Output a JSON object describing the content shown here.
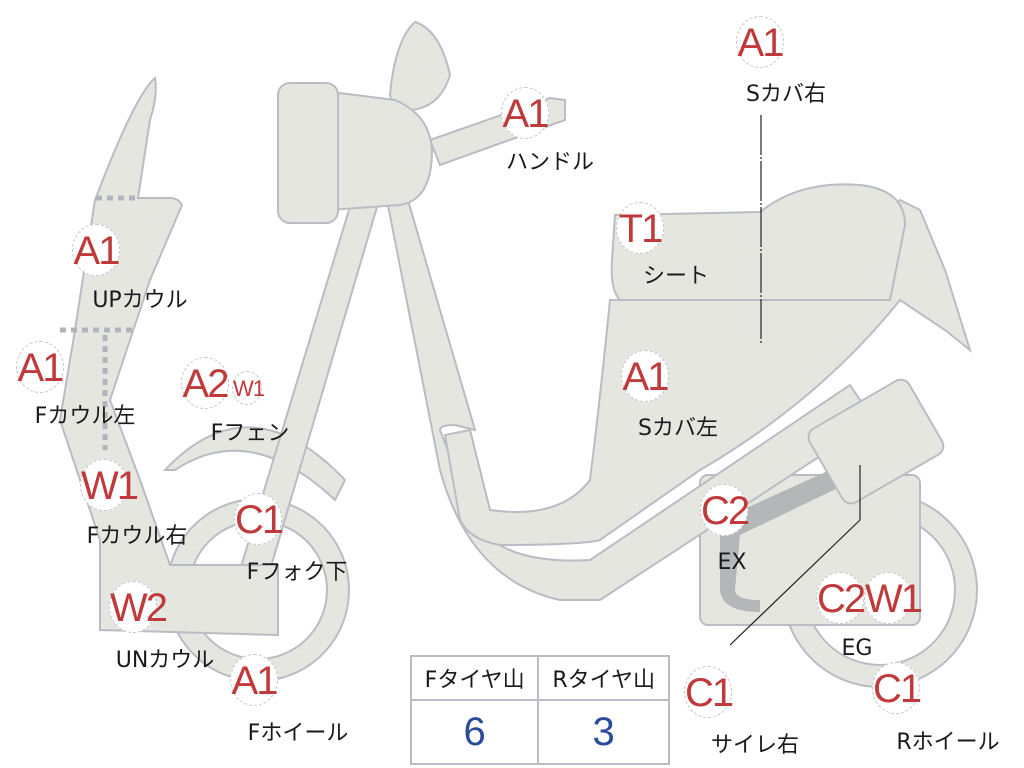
{
  "colors": {
    "body_fill": "#e6e6e1",
    "outline": "#b9bcc2",
    "grade": "#c0393b",
    "value": "#2a4a9a"
  },
  "parts": [
    {
      "id": "s-cover-right",
      "grade": "A1",
      "label": "Sカバ右"
    },
    {
      "id": "handle",
      "grade": "A1",
      "label": "ハンドル"
    },
    {
      "id": "seat",
      "grade": "T1",
      "label": "シート"
    },
    {
      "id": "up-cowl",
      "grade": "A1",
      "label": "UPカウル"
    },
    {
      "id": "f-cowl-left",
      "grade": "A1",
      "label": "Fカウル左"
    },
    {
      "id": "f-fender",
      "grade": "A2",
      "grade2": "W1",
      "label": "Fフェン"
    },
    {
      "id": "s-cover-left",
      "grade": "A1",
      "label": "Sカバ左"
    },
    {
      "id": "f-cowl-right",
      "grade": "W1",
      "label": "Fカウル右"
    },
    {
      "id": "f-fork-lower",
      "grade": "C1",
      "label": "Fフォク下"
    },
    {
      "id": "exhaust",
      "grade": "C2",
      "label": "EX"
    },
    {
      "id": "un-cowl",
      "grade": "W2",
      "label": "UNカウル"
    },
    {
      "id": "engine",
      "grade": "C2",
      "grade2": "W1",
      "label": "EG"
    },
    {
      "id": "f-wheel",
      "grade": "A1",
      "label": "Fホイール"
    },
    {
      "id": "muffler-right",
      "grade": "C1",
      "label": "サイレ右"
    },
    {
      "id": "r-wheel",
      "grade": "C1",
      "label": "Rホイール"
    }
  ],
  "tire_table": {
    "headers": [
      "Fタイヤ山",
      "Rタイヤ山"
    ],
    "values": [
      "6",
      "3"
    ]
  }
}
